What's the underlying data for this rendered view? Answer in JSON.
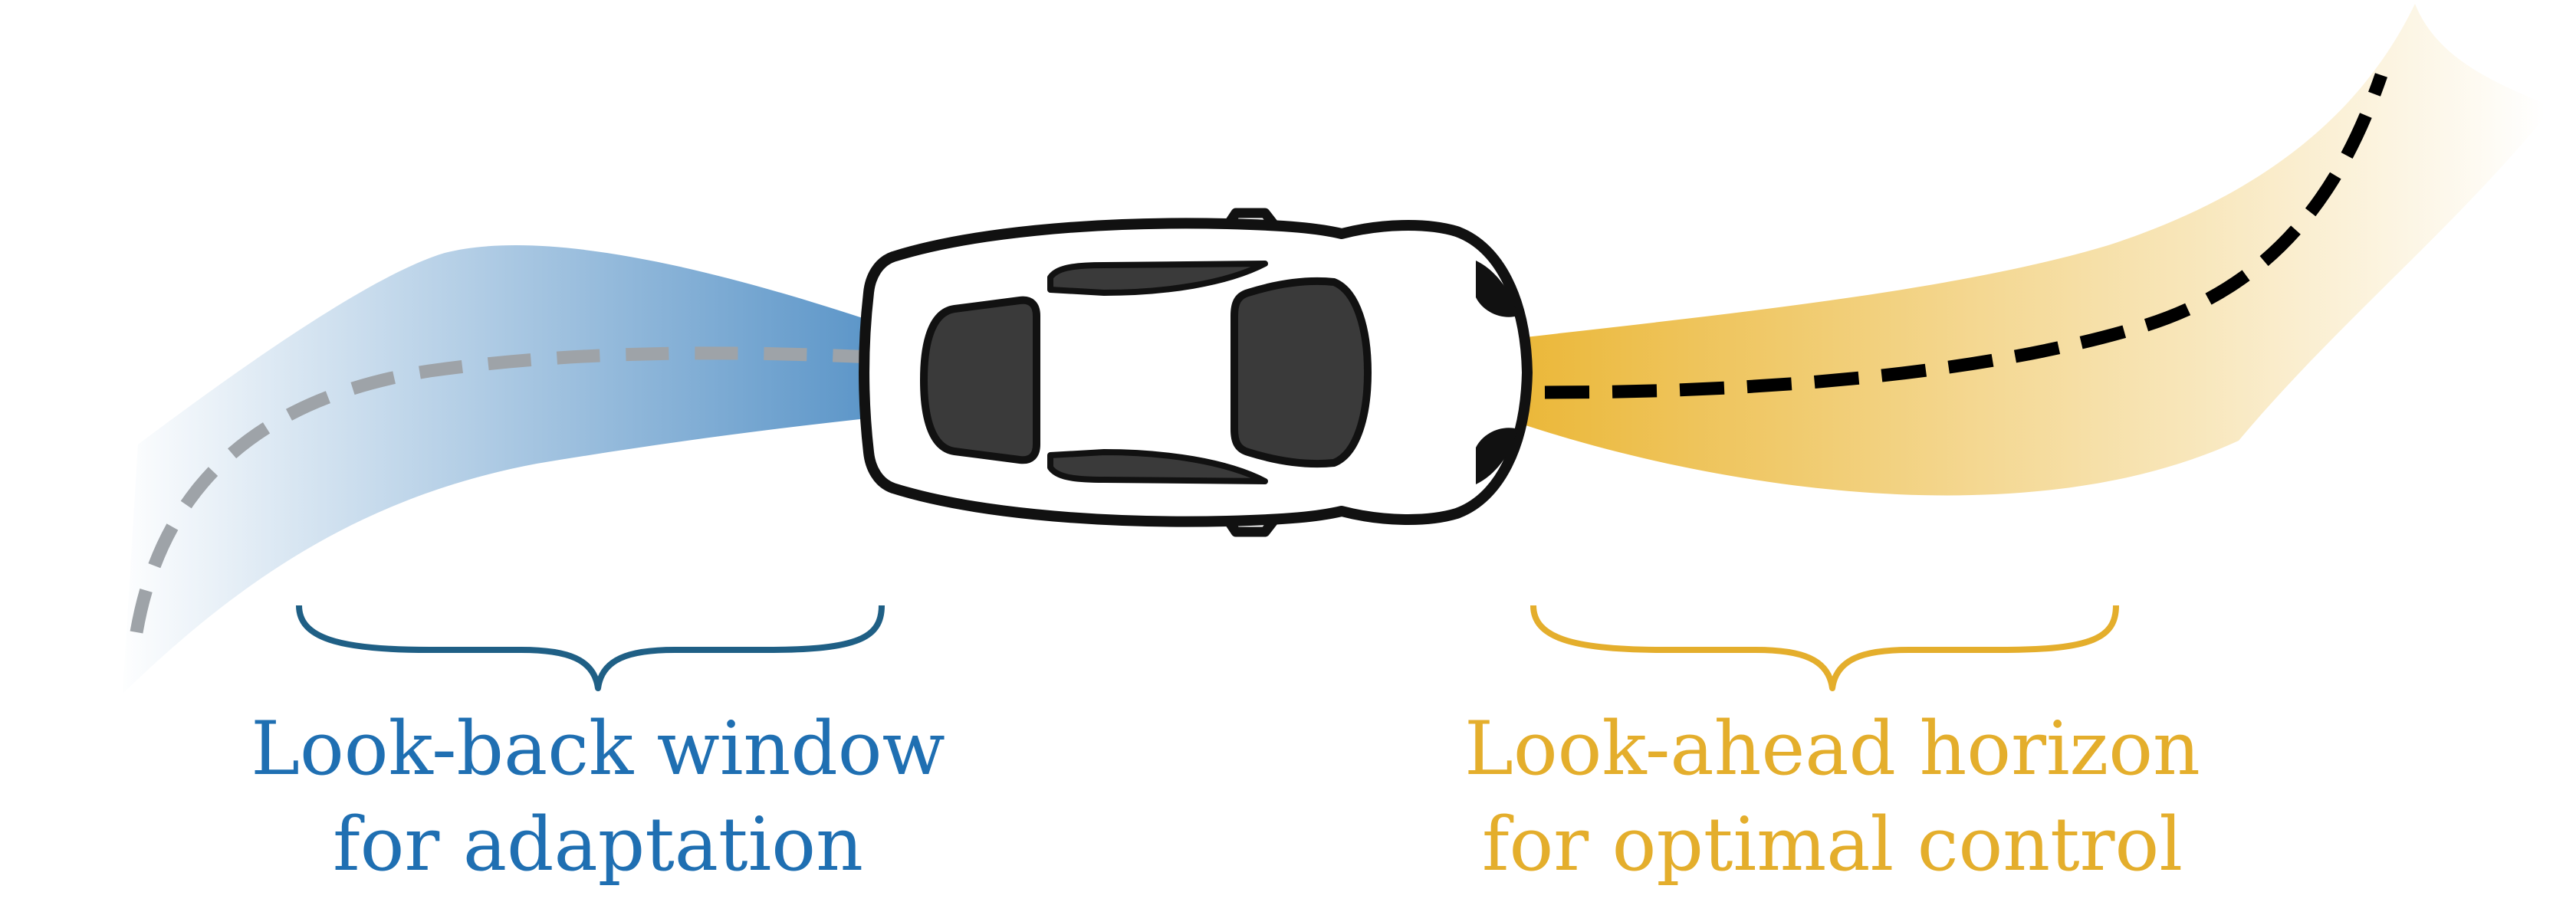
{
  "labels": {
    "lookback_line1": "Look-back window",
    "lookback_line2": "for adaptation",
    "lookahead_line1": "Look-ahead horizon",
    "lookahead_line2": "for optimal control"
  },
  "colors": {
    "lookback_text": "#1f6fb2",
    "lookback_brace": "#1f5f85",
    "lookback_band": "#5b95c8",
    "past_path": "#9ea3a8",
    "lookahead_text": "#e4ae2c",
    "lookahead_brace": "#e4ae2c",
    "lookahead_band": "#ebb83a",
    "future_path": "#000000",
    "car_body": "#ffffff",
    "car_outline": "#111111",
    "car_glass": "#3a3a3a"
  },
  "icons": {
    "vehicle": "car-top-view-icon"
  }
}
